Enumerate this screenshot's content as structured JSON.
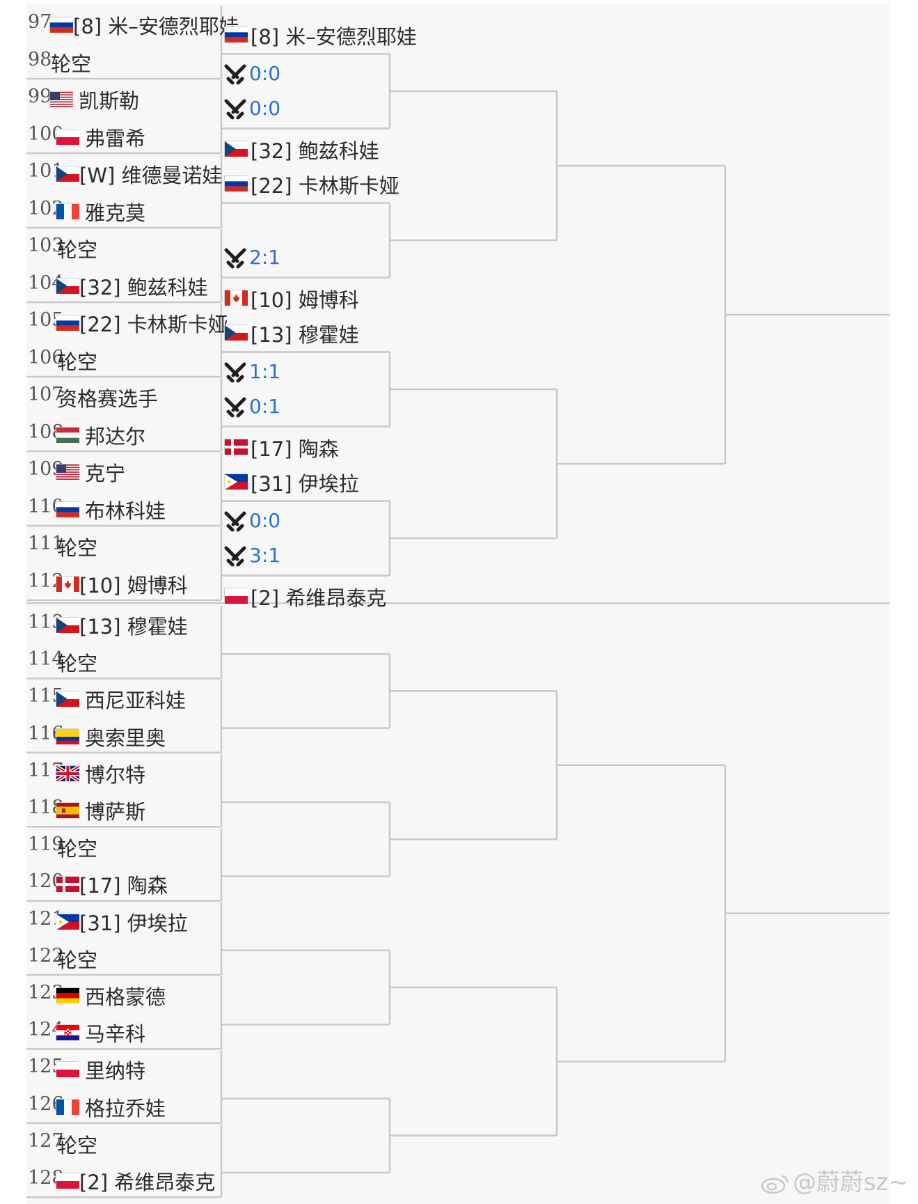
{
  "round1": [
    {
      "num": "97",
      "flag": "RU",
      "name": "[8] 米–安德烈耶娃"
    },
    {
      "num": "98",
      "flag": "",
      "name": "轮空"
    },
    {
      "num": "99",
      "flag": "US",
      "name": "凯斯勒"
    },
    {
      "num": "100",
      "flag": "PL",
      "name": "弗雷希"
    },
    {
      "num": "101",
      "flag": "CZ",
      "name": "[W] 维德曼诺娃"
    },
    {
      "num": "102",
      "flag": "FR",
      "name": "雅克莫"
    },
    {
      "num": "103",
      "flag": "",
      "name": "轮空"
    },
    {
      "num": "104",
      "flag": "CZ",
      "name": "[32] 鲍兹科娃"
    },
    {
      "num": "105",
      "flag": "RU",
      "name": "[22] 卡林斯卡娅"
    },
    {
      "num": "106",
      "flag": "",
      "name": "轮空"
    },
    {
      "num": "107",
      "flag": "",
      "name": "资格赛选手"
    },
    {
      "num": "108",
      "flag": "HU",
      "name": "邦达尔"
    },
    {
      "num": "109",
      "flag": "US",
      "name": "克宁"
    },
    {
      "num": "110",
      "flag": "RU",
      "name": "布林科娃"
    },
    {
      "num": "111",
      "flag": "",
      "name": "轮空"
    },
    {
      "num": "112",
      "flag": "CA",
      "name": "[10] 姆博科"
    },
    {
      "num": "113",
      "flag": "CZ",
      "name": "[13] 穆霍娃"
    },
    {
      "num": "114",
      "flag": "",
      "name": "轮空"
    },
    {
      "num": "115",
      "flag": "CZ",
      "name": "西尼亚科娃"
    },
    {
      "num": "116",
      "flag": "CO",
      "name": "奥索里奥"
    },
    {
      "num": "117",
      "flag": "GB",
      "name": "博尔特"
    },
    {
      "num": "118",
      "flag": "ES",
      "name": "博萨斯"
    },
    {
      "num": "119",
      "flag": "",
      "name": "轮空"
    },
    {
      "num": "120",
      "flag": "DK",
      "name": "[17] 陶森"
    },
    {
      "num": "121",
      "flag": "PH",
      "name": "[31] 伊埃拉"
    },
    {
      "num": "122",
      "flag": "",
      "name": "轮空"
    },
    {
      "num": "123",
      "flag": "DE",
      "name": "西格蒙德"
    },
    {
      "num": "124",
      "flag": "HR",
      "name": "马辛科"
    },
    {
      "num": "125",
      "flag": "PL",
      "name": "里纳特"
    },
    {
      "num": "126",
      "flag": "FR",
      "name": "格拉乔娃"
    },
    {
      "num": "127",
      "flag": "",
      "name": "轮空"
    },
    {
      "num": "128",
      "flag": "PL",
      "name": "[2] 希维昂泰克"
    }
  ],
  "round2": [
    {
      "type": "player",
      "flag": "RU",
      "name": "[8] 米–安德烈耶娃"
    },
    {
      "type": "match",
      "score": "0:0"
    },
    {
      "type": "match",
      "score": "0:0"
    },
    {
      "type": "player",
      "flag": "CZ",
      "name": "[32] 鲍兹科娃"
    },
    {
      "type": "player",
      "flag": "RU",
      "name": "[22] 卡林斯卡娅"
    },
    {
      "type": "empty"
    },
    {
      "type": "match",
      "score": "2:1"
    },
    {
      "type": "player",
      "flag": "CA",
      "name": "[10] 姆博科"
    },
    {
      "type": "player",
      "flag": "CZ",
      "name": "[13] 穆霍娃"
    },
    {
      "type": "match",
      "score": "1:1"
    },
    {
      "type": "match",
      "score": "0:1"
    },
    {
      "type": "player",
      "flag": "DK",
      "name": "[17] 陶森"
    },
    {
      "type": "player",
      "flag": "PH",
      "name": "[31] 伊埃拉"
    },
    {
      "type": "match",
      "score": "0:0"
    },
    {
      "type": "match",
      "score": "3:1"
    },
    {
      "type": "player",
      "flag": "PL",
      "name": "[2] 希维昂泰克"
    }
  ],
  "watermark": "@蔚蔚sz~",
  "colors": {
    "score": "#2d6fcf",
    "line": "#c9c9c9",
    "panel": "#f7f7f7"
  },
  "icons": {
    "match": "crossed-swords-icon"
  }
}
